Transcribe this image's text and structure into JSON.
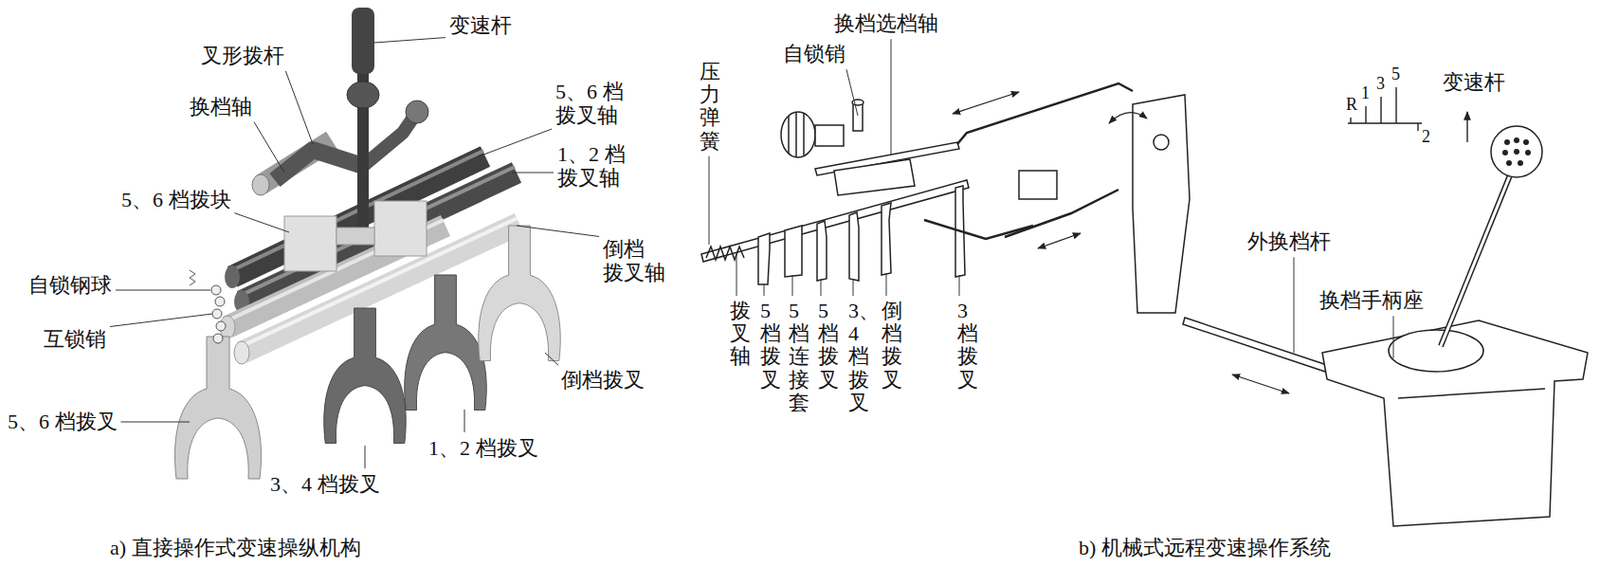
{
  "diagram": {
    "labels": [
      "变速杆",
      "叉形拨杆",
      "换档轴",
      "5、6 档 拨叉轴",
      "1、2 档 拨叉轴",
      "5、6 档拨块",
      "倒档 拨叉轴",
      "自锁钢球",
      "互锁销",
      "倒档拨叉",
      "5、6 档拨叉",
      "1、2 档拨叉",
      "3、4 档拨叉",
      "a) 直接操作式变速操纵机构",
      "换档选档轴",
      "自锁销",
      "压力弹簧",
      "拨叉轴",
      "5档拨叉",
      "5档连接套",
      "5档拨叉",
      "3、4档拨叉",
      "倒档拨叉",
      "3档拨叉",
      "R",
      "1",
      "3",
      "5",
      "变速杆",
      "2",
      "外换档杆",
      "换档手柄座",
      "b) 机械式远程变速操作系统"
    ]
  }
}
